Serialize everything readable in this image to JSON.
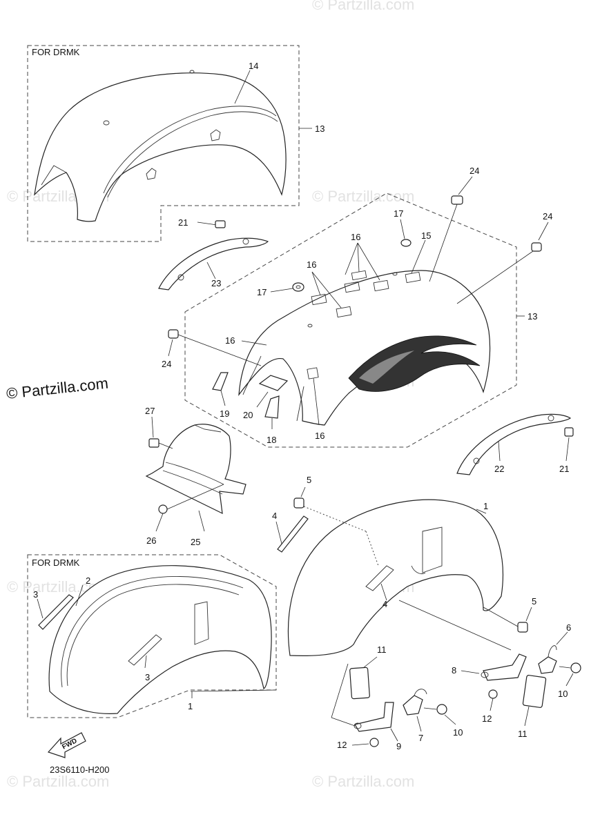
{
  "watermark": {
    "text": "Partzilla.com",
    "symbol": "©"
  },
  "sections": {
    "top_box": "FOR DRMK",
    "bottom_box": "FOR DRMK"
  },
  "diagram_code": "23S6110-H200",
  "fwd_badge": "FWD",
  "callouts": {
    "c14": "14",
    "c13a": "13",
    "c13b": "13",
    "c21a": "21",
    "c21b": "21",
    "c23": "23",
    "c22": "22",
    "c24a": "24",
    "c24b": "24",
    "c24c": "24",
    "c17a": "17",
    "c17b": "17",
    "c16a": "16",
    "c16b": "16",
    "c16c": "16",
    "c16d": "16",
    "c15": "15",
    "c19": "19",
    "c20": "20",
    "c18": "18",
    "c27": "27",
    "c26": "26",
    "c25": "25",
    "c5a": "5",
    "c5b": "5",
    "c4a": "4",
    "c4b": "4",
    "c1a": "1",
    "c1b": "1",
    "c2": "2",
    "c3a": "3",
    "c3b": "3",
    "c6": "6",
    "c8": "8",
    "c10a": "10",
    "c10b": "10",
    "c11a": "11",
    "c11b": "11",
    "c12a": "12",
    "c12b": "12",
    "c9": "9",
    "c7": "7"
  }
}
